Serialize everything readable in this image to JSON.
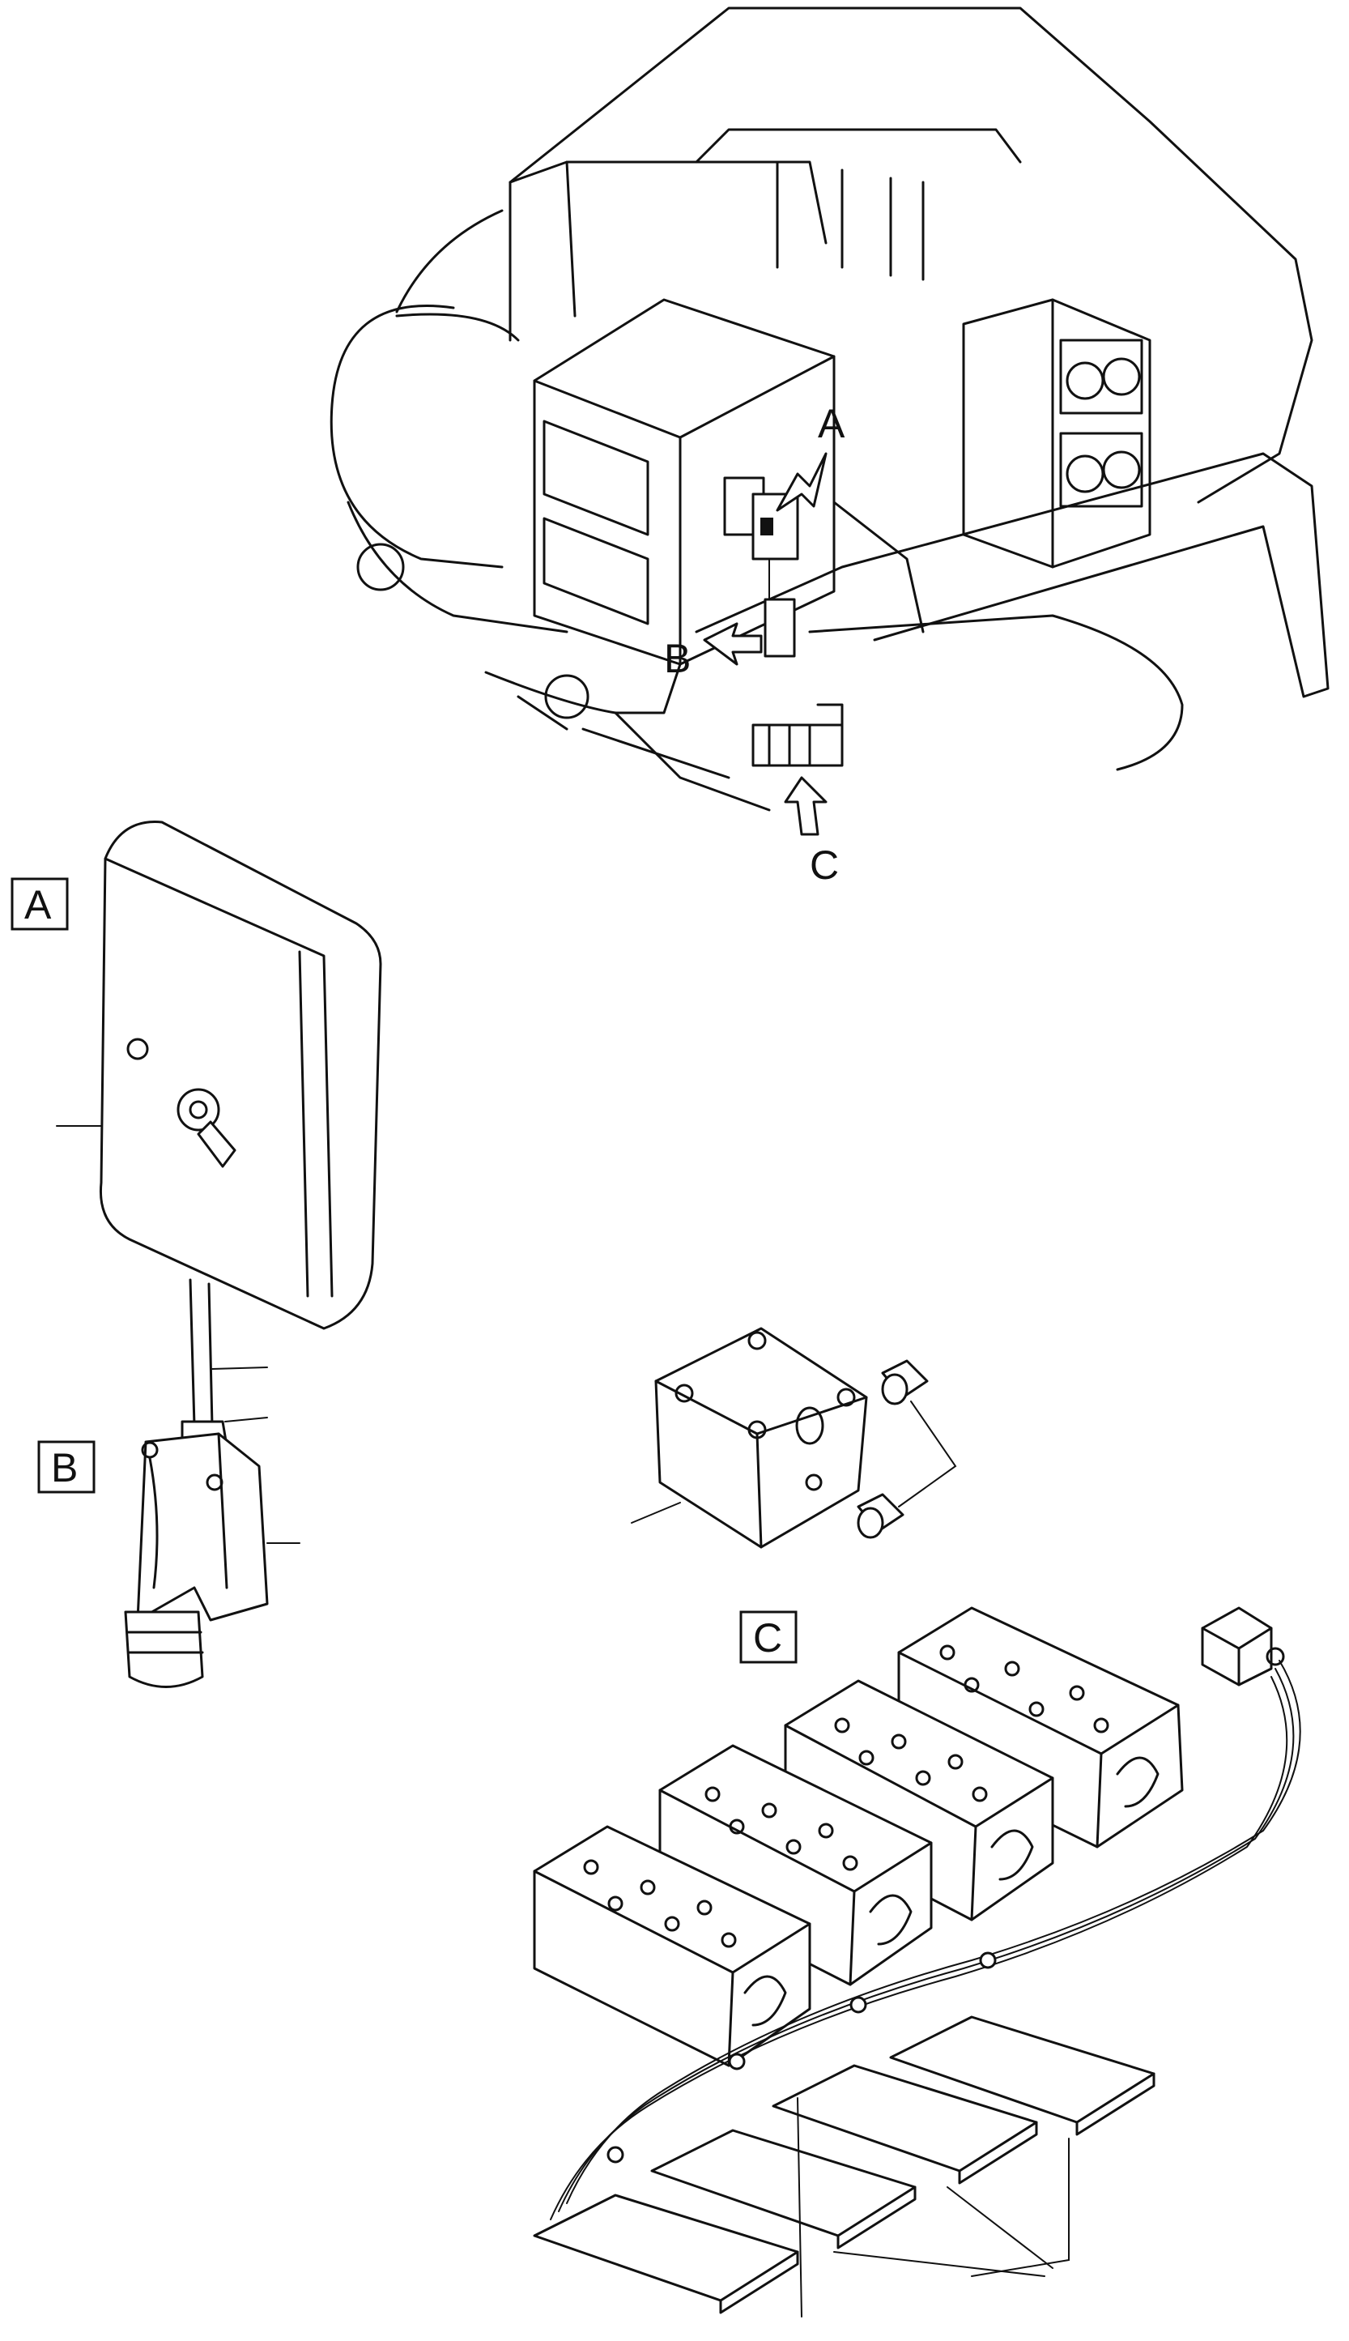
{
  "callouts": {
    "arrow_a": "A",
    "arrow_b": "B",
    "arrow_c": "C"
  },
  "detail_labels": {
    "a": "A",
    "b": "B",
    "c": "C"
  }
}
